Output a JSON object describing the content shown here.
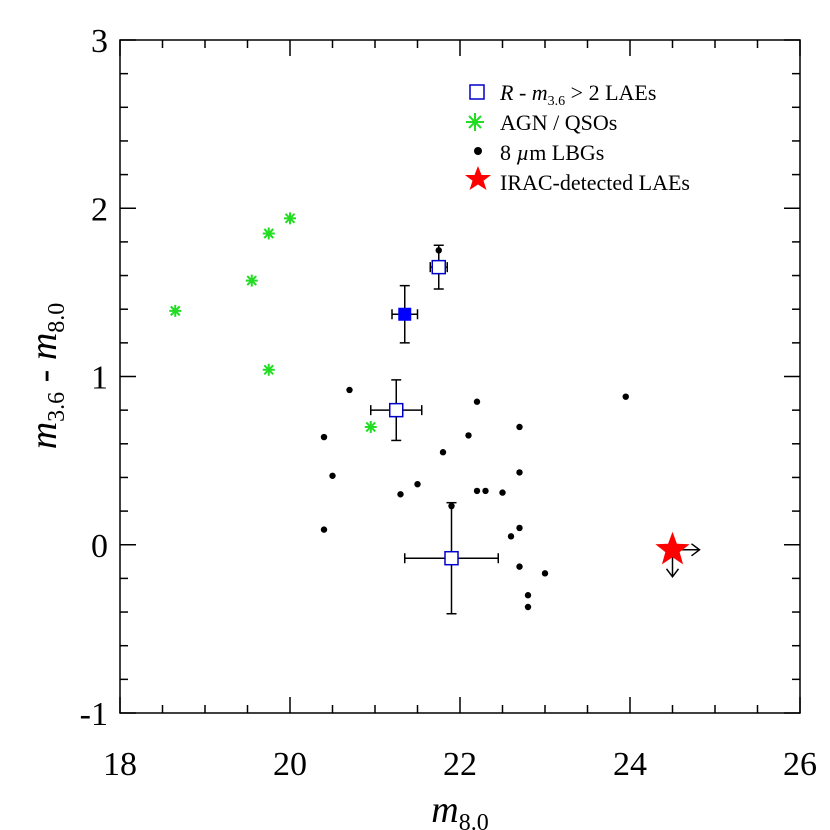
{
  "chart_data": {
    "type": "scatter",
    "xlim": [
      18,
      26
    ],
    "ylim": [
      -1,
      3
    ],
    "x_ticks": [
      "18",
      "20",
      "22",
      "24",
      "26"
    ],
    "y_ticks": [
      "-1",
      "0",
      "1",
      "2",
      "3"
    ],
    "xlabel": {
      "base": "m",
      "sub": "8.0"
    },
    "ylabel": {
      "base1": "m",
      "sub1": "3.6",
      "sep": " - ",
      "base2": "m",
      "sub2": "8.0"
    },
    "legend_position": "top-right",
    "legend": [
      {
        "name": "R - m3.6 > 2 LAEs",
        "parts": {
          "a": "R",
          "b": " - ",
          "c": "m",
          "d": "3.6",
          "e": " > 2 LAEs"
        },
        "marker": "open-square",
        "color": "#0000cc"
      },
      {
        "name": "AGN / QSOs",
        "marker": "asterisk",
        "color": "#22dd22"
      },
      {
        "name": "8 µm LBGs",
        "parts": {
          "a": "8 ",
          "b": "µ",
          "c": "m LBGs"
        },
        "marker": "dot",
        "color": "#000000"
      },
      {
        "name": "IRAC-detected LAEs",
        "marker": "star",
        "color": "#ff0000"
      }
    ],
    "series": [
      {
        "marker": "dot",
        "color": "#000000",
        "points": [
          [
            20.4,
            0.64
          ],
          [
            20.7,
            0.92
          ],
          [
            20.5,
            0.41
          ],
          [
            20.4,
            0.09
          ],
          [
            21.3,
            0.3
          ],
          [
            21.5,
            0.36
          ],
          [
            21.8,
            0.55
          ],
          [
            21.9,
            0.23
          ],
          [
            22.1,
            0.65
          ],
          [
            22.2,
            0.85
          ],
          [
            22.2,
            0.32
          ],
          [
            22.3,
            0.32
          ],
          [
            22.5,
            0.31
          ],
          [
            22.7,
            0.7
          ],
          [
            22.7,
            0.43
          ],
          [
            22.6,
            0.05
          ],
          [
            22.7,
            0.1
          ],
          [
            22.7,
            -0.13
          ],
          [
            22.8,
            -0.3
          ],
          [
            22.8,
            -0.37
          ],
          [
            23.0,
            -0.17
          ],
          [
            23.95,
            0.88
          ],
          [
            21.75,
            1.75
          ]
        ]
      },
      {
        "marker": "asterisk",
        "color": "#22dd22",
        "points": [
          [
            18.65,
            1.39
          ],
          [
            19.55,
            1.57
          ],
          [
            19.75,
            1.85
          ],
          [
            20.0,
            1.94
          ],
          [
            19.75,
            1.04
          ],
          [
            20.95,
            0.7
          ]
        ]
      },
      {
        "marker": "open-square",
        "color": "#0000cc",
        "points": [
          {
            "x": 21.75,
            "y": 1.65,
            "xerr": 0.1,
            "yerr": 0.13
          },
          {
            "x": 21.25,
            "y": 0.8,
            "xerr": 0.3,
            "yerr": 0.18
          },
          {
            "x": 21.9,
            "y": -0.08,
            "xerr": 0.55,
            "yerr": 0.33
          }
        ]
      },
      {
        "marker": "filled-square",
        "color": "#0000ff",
        "points": [
          {
            "x": 21.35,
            "y": 1.37,
            "xerr": 0.15,
            "yerr": 0.17
          }
        ]
      },
      {
        "marker": "star",
        "color": "#ff0000",
        "limit_arrows": [
          "right",
          "down"
        ],
        "points": [
          {
            "x": 24.5,
            "y": -0.03
          }
        ]
      }
    ]
  }
}
